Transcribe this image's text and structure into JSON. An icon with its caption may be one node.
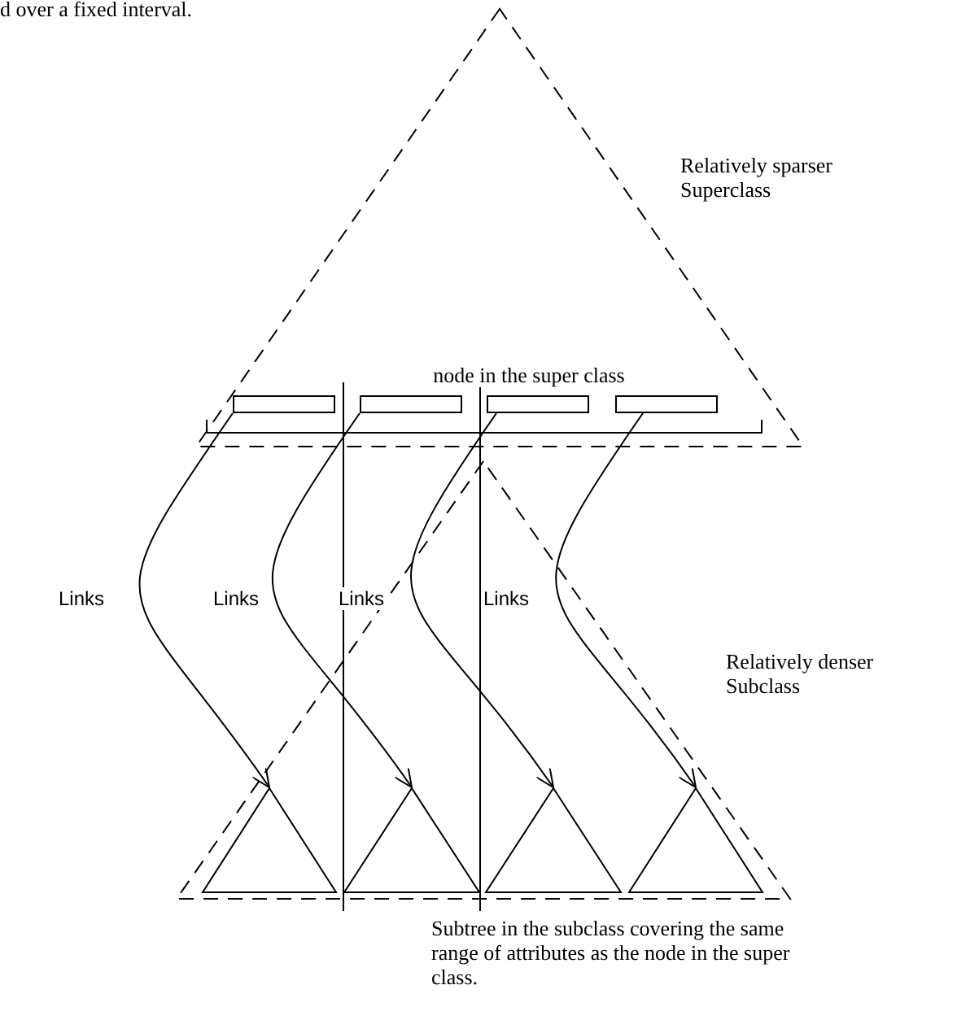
{
  "diagram": {
    "nodes": [
      {
        "text": [],
        "shape": "triangle",
        "beside": [
          "Relatively sparser Superclass"
        ]
      },
      {
        "text": [],
        "shape": "box",
        "in": 0
      },
      {
        "text": [],
        "shape": "box",
        "in": 0
      },
      {
        "text": [],
        "shape": "box",
        "in": 0
      },
      {
        "text": [],
        "shape": "box",
        "in": 0
      },
      {
        "text": [],
        "shape": "triangle",
        "beside": [
          "Relatively denser Subclass"
        ]
      },
      {
        "text": [],
        "shape": "triangle",
        "in": 5
      },
      {
        "text": [],
        "shape": "triangle",
        "in": 5
      },
      {
        "text": [],
        "shape": "triangle",
        "in": 5
      },
      {
        "text": [],
        "shape": "triangle",
        "in": 5
      }
    ],
    "edges": [
      {
        "from": 1,
        "to": 6,
        "arrow": "to",
        "label": "Links"
      },
      {
        "from": 2,
        "to": 7,
        "arrow": "to",
        "label": "Links"
      },
      {
        "from": 3,
        "to": 8,
        "arrow": "to",
        "label": "Links"
      },
      {
        "from": 4,
        "to": 9,
        "arrow": "to",
        "label": "Links"
      }
    ],
    "labels": [
      "d over a fixed interval.",
      "node in the super class",
      "Subtree in the subclass covering the same range of attributes as the node in the super class."
    ]
  }
}
